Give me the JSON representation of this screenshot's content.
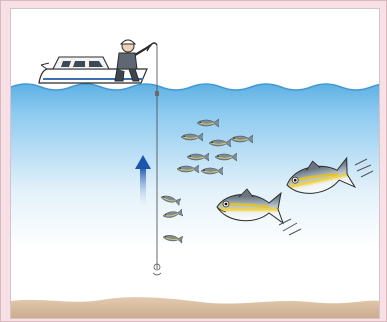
{
  "scene": {
    "type": "fishing-illustration",
    "colors": {
      "frame": "#f7e1e6",
      "water_top": "#6fb8e6",
      "water_mid": "#d6ebf8",
      "water_bottom": "#ffffff",
      "seabed": "#dcc2a6",
      "arrow": "#2c63b3",
      "boat": "#ffffff"
    },
    "icons": [
      "boat",
      "angler",
      "fishing-line",
      "sabiki-rig",
      "bait-fish-school",
      "yellowtail-fish",
      "up-arrow"
    ]
  }
}
